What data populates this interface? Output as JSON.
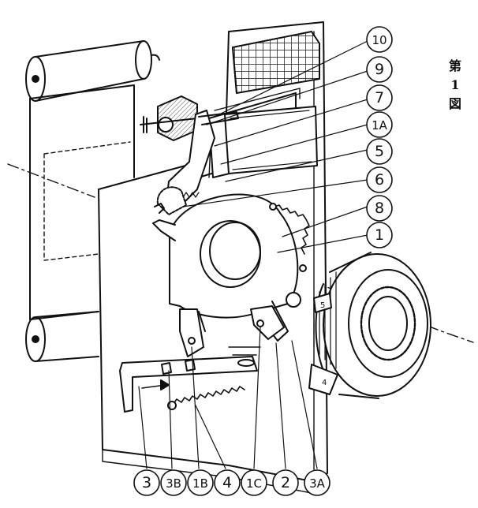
{
  "figure": {
    "title_chars": [
      "第",
      "1",
      "図"
    ]
  },
  "callouts_right": [
    "10",
    "9",
    "7",
    "1A",
    "5",
    "6",
    "8",
    "1"
  ],
  "callouts_bottom": [
    "3",
    "3B",
    "1B",
    "4",
    "1C",
    "2",
    "3A"
  ],
  "part_marks": {
    "ring_mark": "5",
    "bracket_mark": "4"
  },
  "colors": {
    "ink": "#111111",
    "paper": "#ffffff",
    "hatch": "#666666"
  }
}
